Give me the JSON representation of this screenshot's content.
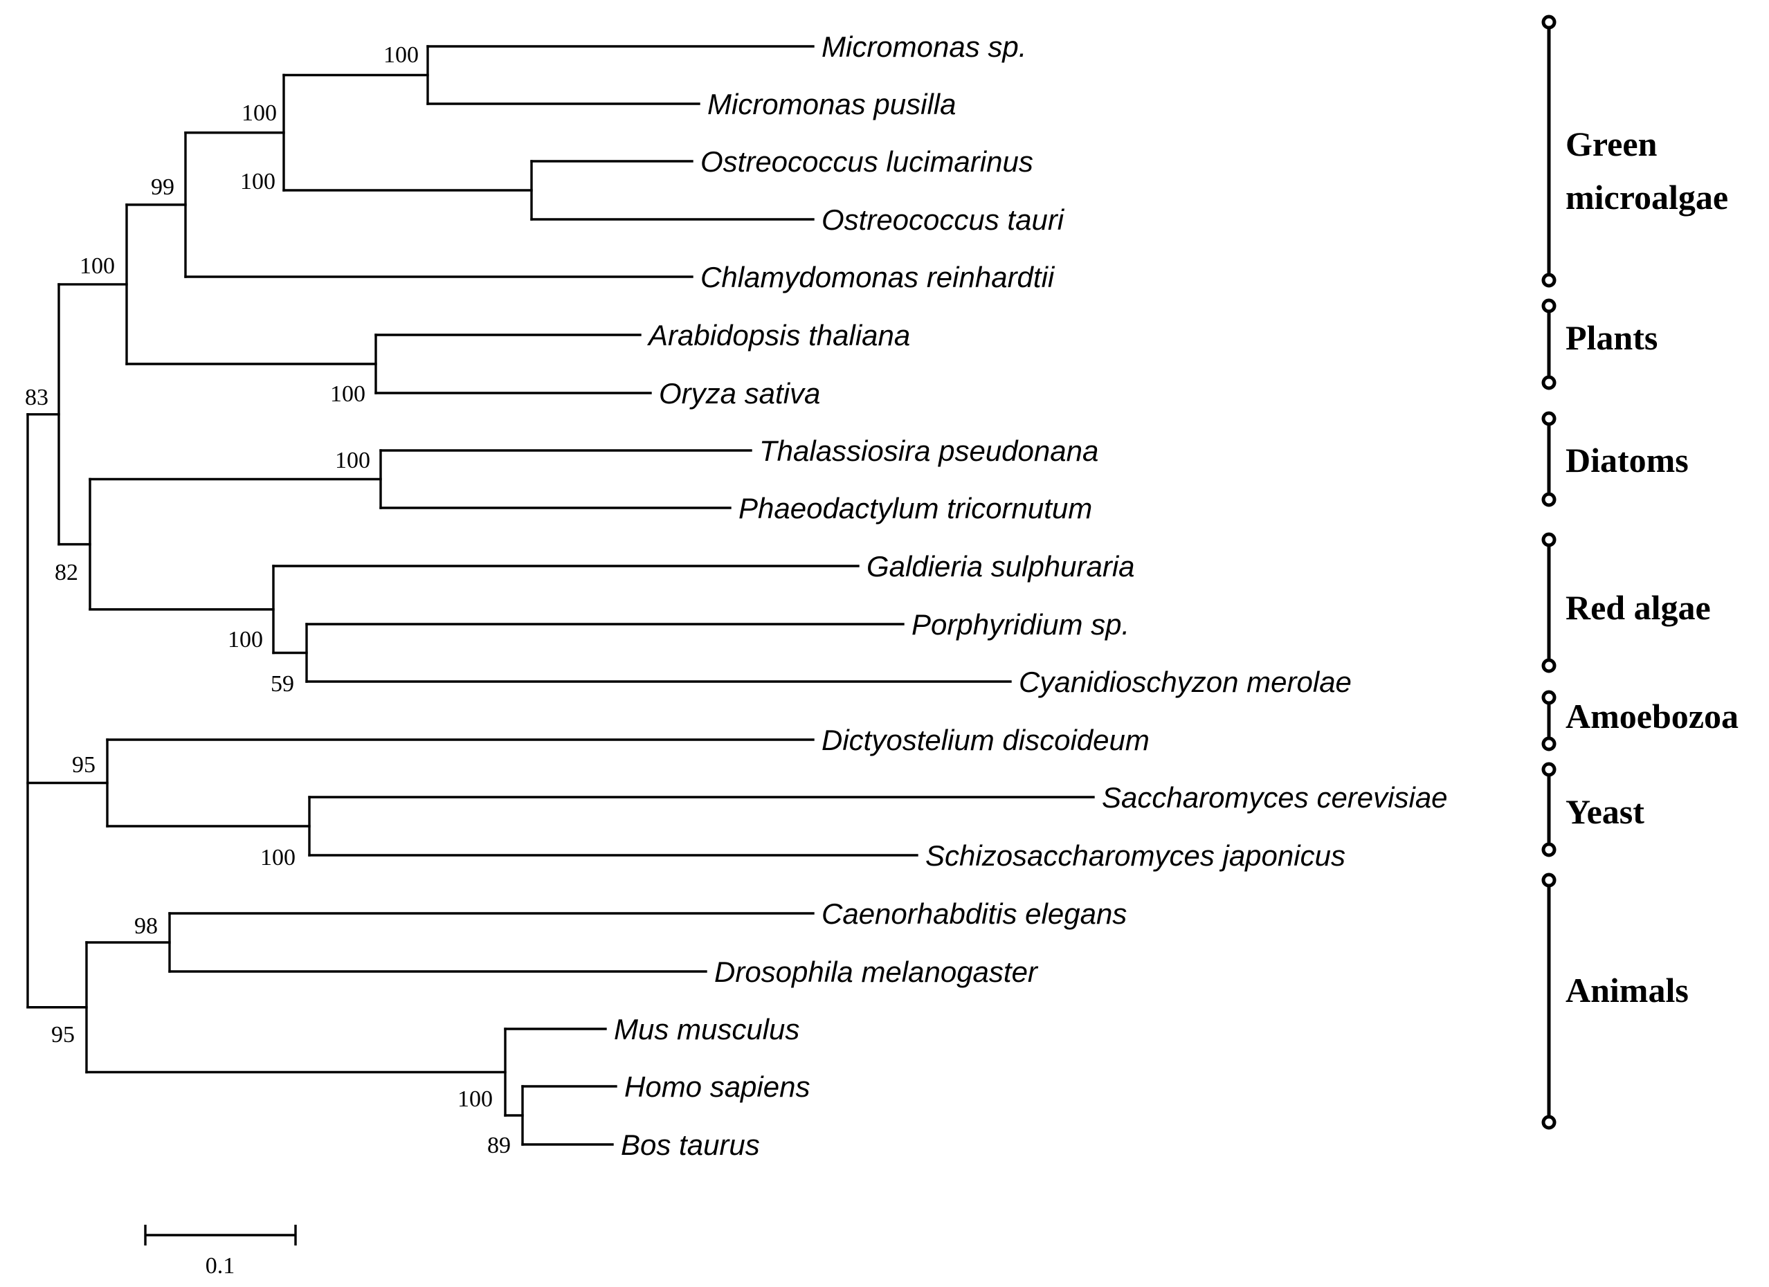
{
  "taxa": [
    "Micromonas sp.",
    "Micromonas pusilla",
    "Ostreococcus lucimarinus",
    "Ostreococcus tauri",
    "Chlamydomonas reinhardtii",
    "Arabidopsis thaliana",
    "Oryza sativa",
    "Thalassiosira pseudonana",
    "Phaeodactylum tricornutum",
    "Galdieria sulphuraria",
    "Porphyridium sp.",
    "Cyanidioschyzon merolae",
    "Dictyostelium discoideum",
    "Saccharomyces cerevisiae",
    "Schizosaccharomyces japonicus",
    "Caenorhabditis elegans",
    "Drosophila melanogaster",
    "Mus musculus",
    "Homo sapiens",
    "Bos taurus"
  ],
  "support_values": [
    "100",
    "100",
    "100",
    "99",
    "100",
    "100",
    "83",
    "100",
    "82",
    "100",
    "59",
    "95",
    "100",
    "98",
    "95",
    "100",
    "89"
  ],
  "clades": [
    {
      "label": "Green microalgae",
      "lines": [
        "Green",
        "microalgae"
      ]
    },
    {
      "label": "Plants",
      "lines": [
        "Plants"
      ]
    },
    {
      "label": "Diatoms",
      "lines": [
        "Diatoms"
      ]
    },
    {
      "label": "Red algae",
      "lines": [
        "Red algae"
      ]
    },
    {
      "label": "Amoebozoa",
      "lines": [
        "Amoebozoa"
      ]
    },
    {
      "label": "Yeast",
      "lines": [
        "Yeast"
      ]
    },
    {
      "label": "Animals",
      "lines": [
        "Animals"
      ]
    }
  ],
  "scale_bar": {
    "value": 0.1,
    "label": "0.1"
  }
}
